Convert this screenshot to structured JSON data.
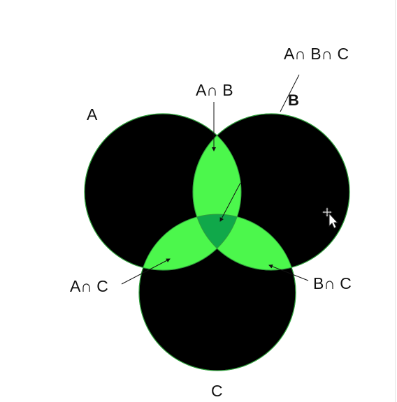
{
  "labels": {
    "a": "A",
    "b": "B",
    "c": "C",
    "ab": "A∩ B",
    "abc": "A∩ B∩ C",
    "ac": "A∩ C",
    "bc": "B∩ C"
  },
  "colors": {
    "circle_fill": "#000000",
    "circle_stroke": "#2f9e3b",
    "pair_overlap": "#4cf74c",
    "triple_overlap": "#10a84a",
    "arrow": "#111111"
  },
  "icons": {
    "cursor": "move-cursor-icon"
  }
}
